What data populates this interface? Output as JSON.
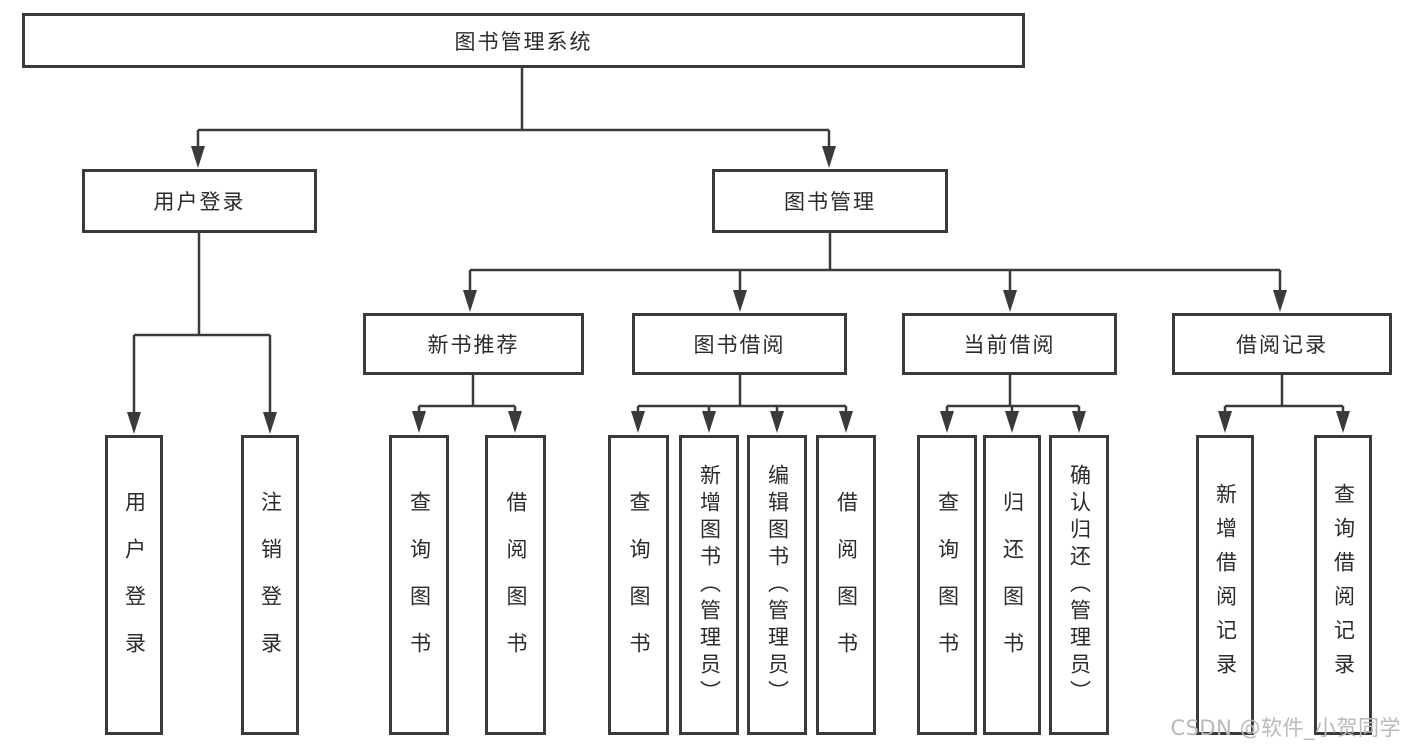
{
  "diagram": {
    "root_label": "图书管理系统",
    "watermark": "CSDN @软件_小贺同学",
    "colors": {
      "line": "#3a3a3a",
      "text": "#2b2b2b",
      "watermark": "#b9b9b9",
      "background": "#ffffff"
    },
    "tree": {
      "branches": [
        {
          "label": "用户登录",
          "children": [
            "用户登录",
            "注销登录"
          ]
        },
        {
          "label": "图书管理",
          "groups": [
            {
              "label": "新书推荐",
              "children": [
                "查询图书",
                "借阅图书"
              ]
            },
            {
              "label": "图书借阅",
              "children": [
                "查询图书",
                "新增图书（管理员）",
                "编辑图书（管理员）",
                "借阅图书"
              ]
            },
            {
              "label": "当前借阅",
              "children": [
                "查询图书",
                "归还图书",
                "确认归还（管理员）"
              ]
            },
            {
              "label": "借阅记录",
              "children": [
                "新增借阅记录",
                "查询借阅记录"
              ]
            }
          ]
        }
      ]
    }
  }
}
